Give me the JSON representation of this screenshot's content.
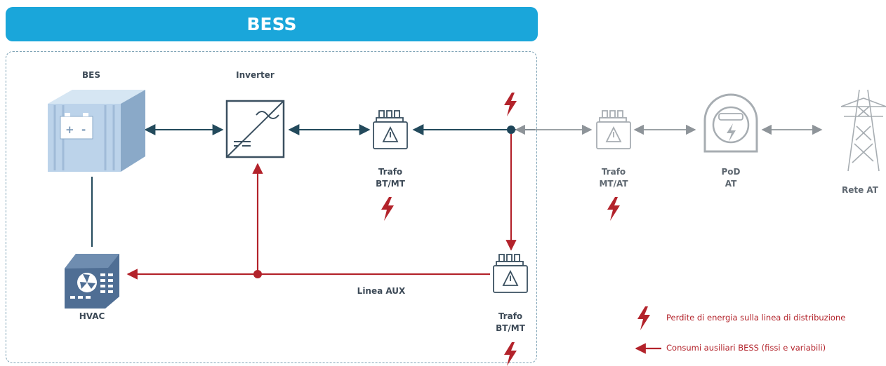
{
  "banner": {
    "title": "BESS"
  },
  "components": {
    "bes": "BES",
    "inverter": "Inverter",
    "trafo_bt_mt_top": [
      "Trafo",
      "BT/MT"
    ],
    "trafo_mt_at": [
      "Trafo",
      "MT/AT"
    ],
    "pod_at": [
      "PoD",
      "AT"
    ],
    "rete_at": "Rete AT",
    "hvac": "HVAC",
    "trafo_bt_mt_aux": [
      "Trafo",
      "BT/MT"
    ],
    "linea_aux": "Linea AUX"
  },
  "legend": {
    "losses": "Perdite di energia sulla linea di distribuzione",
    "aux": "Consumi ausiliari BESS (fissi e variabili)"
  },
  "colors": {
    "banner": "#1aa6da",
    "main_line": "#234a5c",
    "aux_line": "#b3232b",
    "grid_line": "#8e9499",
    "icon_dark": "#3b5060",
    "icon_grey": "#a7adb2"
  },
  "icons": [
    "battery-icon",
    "inverter-icon",
    "transformer-icon",
    "meter-icon",
    "pylon-icon",
    "hvac-icon",
    "lightning-icon"
  ]
}
